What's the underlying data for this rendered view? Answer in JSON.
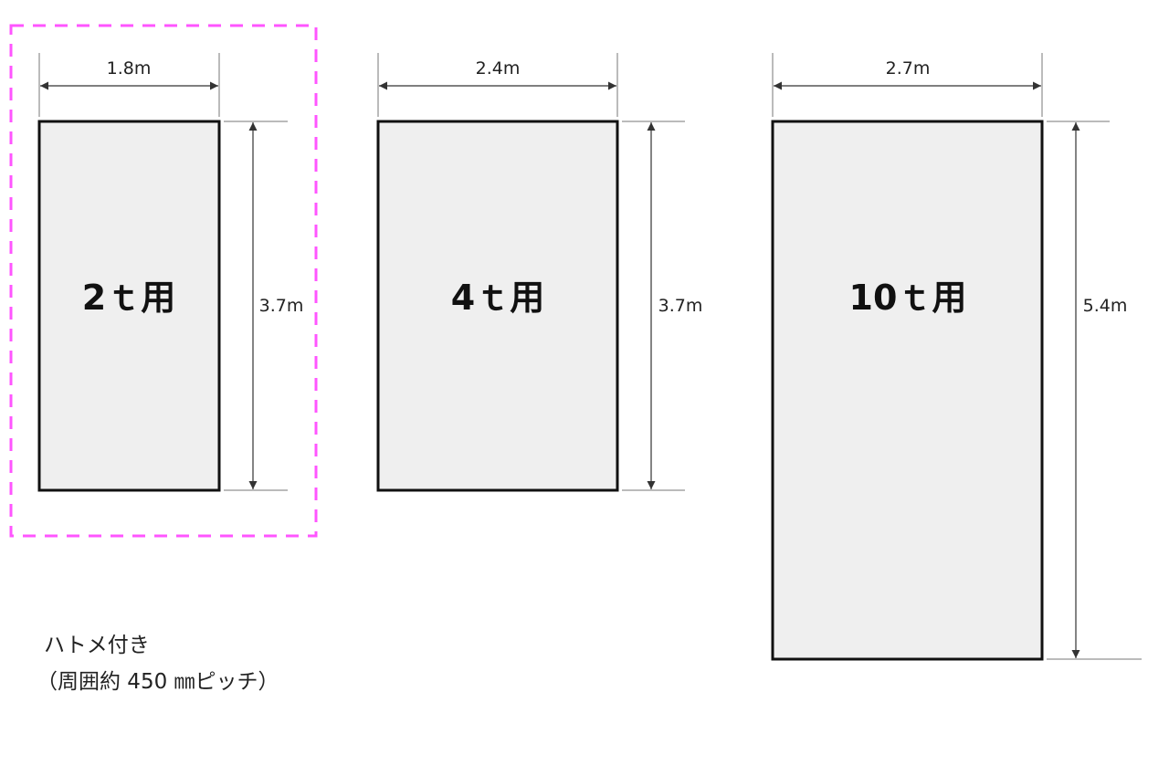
{
  "highlight_color": "#ff55ff",
  "sheets": [
    {
      "label": "2ｔ用",
      "width": "1.8m",
      "height": "3.7m"
    },
    {
      "label": "4ｔ用",
      "width": "2.4m",
      "height": "3.7m"
    },
    {
      "label": "10ｔ用",
      "width": "2.7m",
      "height": "5.4m"
    }
  ],
  "note": {
    "line1": "ハトメ付き",
    "line2": "（周囲約 450 ㎜ピッチ）"
  }
}
